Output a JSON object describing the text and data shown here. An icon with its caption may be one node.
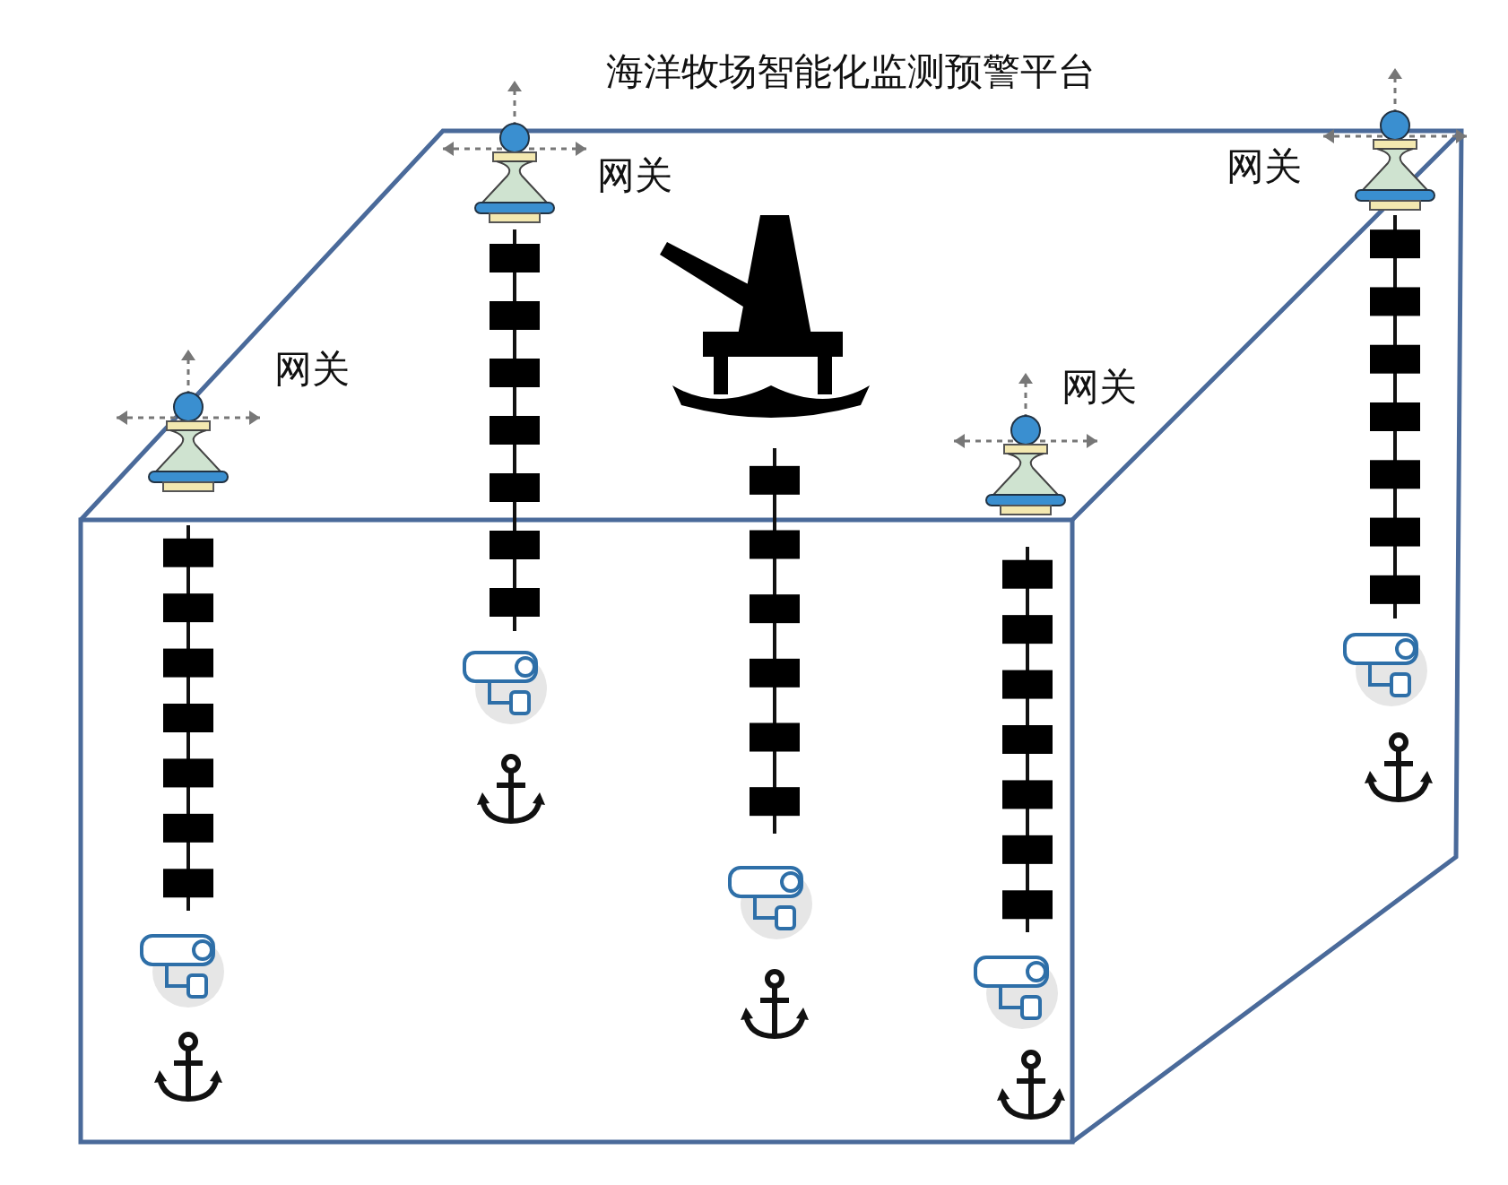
{
  "diagram": {
    "title": "海洋牧场智能化监测预警平台",
    "labels": [
      "网关",
      "网关",
      "网关",
      "网关"
    ]
  }
}
